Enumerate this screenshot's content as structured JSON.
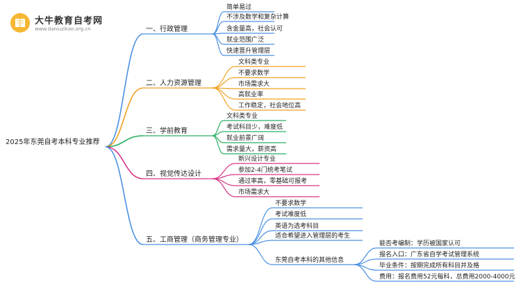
{
  "logo": {
    "title": "大牛教育自考网",
    "url": "www.daniuzikao.org.cn",
    "icon": "book-icon"
  },
  "root": {
    "label": "2025年东莞自考本科专业推荐"
  },
  "colors": {
    "root_line": "#5b8fd6",
    "branches": [
      "#4a90e2",
      "#f0a020",
      "#27ae60",
      "#d63384",
      "#4a90e2"
    ]
  },
  "branches": [
    {
      "label": "一、行政管理",
      "leaves": [
        "简单易过",
        "不涉及数学和复杂计算",
        "含金量高，社会认可",
        "就业范围广泛",
        "快速晋升管理层"
      ]
    },
    {
      "label": "二、人力资源管理",
      "leaves": [
        "文科类专业",
        "不要求数学",
        "市场需求大",
        "高就业率",
        "工作稳定，社会地位高"
      ]
    },
    {
      "label": "三、学前教育",
      "leaves": [
        "文科类专业",
        "考试科目少，难度低",
        "就业前景广阔",
        "需求量大，薪资高"
      ]
    },
    {
      "label": "四、视觉传达设计",
      "leaves": [
        "新兴设计专业",
        "参加2-4门统考笔试",
        "通过率高，零基础可报考",
        "市场需求大"
      ]
    },
    {
      "label": "五、工商管理（商务管理专业）",
      "leaves": [
        "不要求数学",
        "考试难度低",
        "英语为选考科目",
        "适合希望进入管理层的考生"
      ]
    }
  ],
  "other": {
    "label": "东莞自考本科的其他信息",
    "leaves": [
      "能否考编制：学历被国家认可",
      "报名入口：广东省自学考试管理系统",
      "毕业条件：按期完成所有科目并及格",
      "费用：报名费用52元每科，总费用2000-4000元"
    ]
  }
}
